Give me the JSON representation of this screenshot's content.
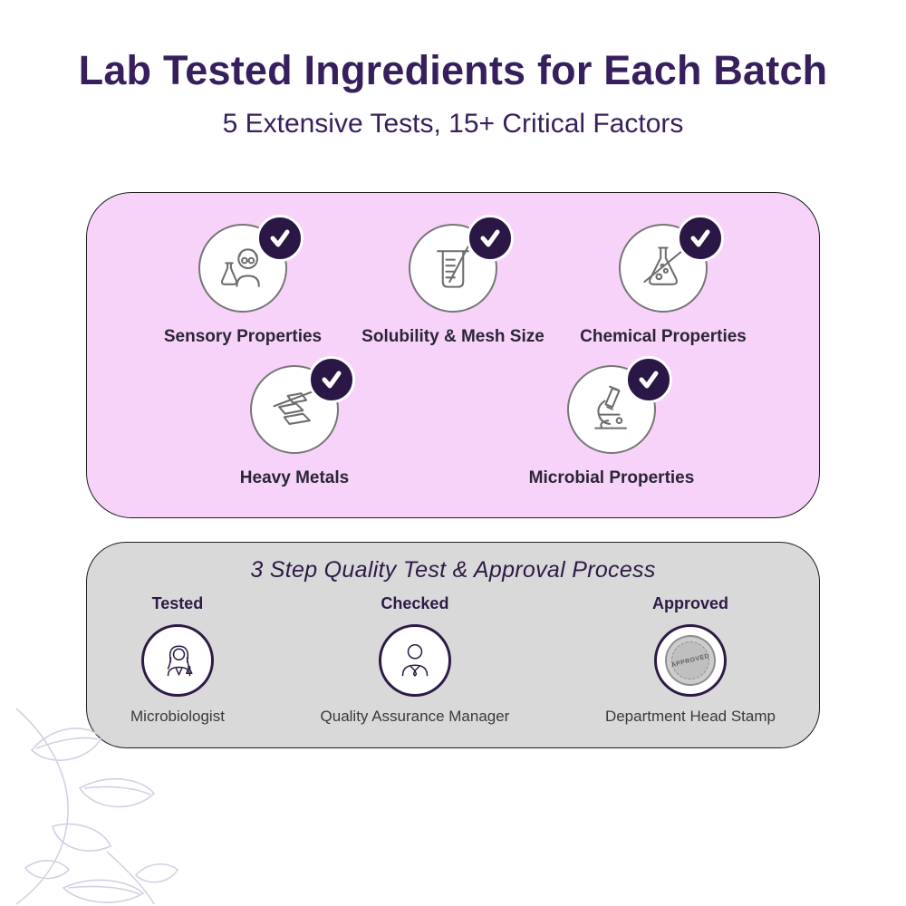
{
  "header": {
    "title": "Lab Tested Ingredients for Each Batch",
    "subtitle": "5 Extensive Tests, 15+ Critical Factors"
  },
  "tests_panel": {
    "items": [
      {
        "label": "Sensory Properties",
        "icon": "scientist-icon"
      },
      {
        "label": "Solubility & Mesh Size",
        "icon": "beaker-icon"
      },
      {
        "label": "Chemical Properties",
        "icon": "chemical-flask-icon"
      },
      {
        "label": "Heavy Metals",
        "icon": "metal-ingots-icon"
      },
      {
        "label": "Microbial Properties",
        "icon": "microscope-icon"
      }
    ]
  },
  "process_panel": {
    "title": "3 Step Quality Test & Approval Process",
    "steps": [
      {
        "step": "Tested",
        "role": "Microbiologist",
        "icon": "microbiologist-icon"
      },
      {
        "step": "Checked",
        "role": "Quality Assurance Manager",
        "icon": "manager-icon"
      },
      {
        "step": "Approved",
        "role": "Department Head Stamp",
        "icon": "approved-stamp-icon",
        "stamp_text": "APPROVED"
      }
    ]
  },
  "colors": {
    "accent_purple": "#371f5e",
    "badge_purple": "#2a1745",
    "tests_panel_bg": "#f7d3fa",
    "process_panel_bg": "#d9d9d9"
  }
}
